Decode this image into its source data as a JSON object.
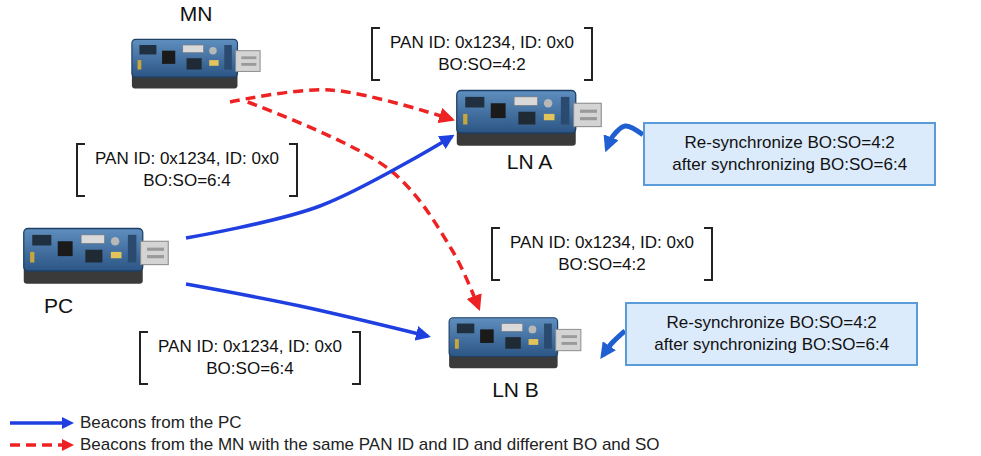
{
  "diagram": {
    "nodes": [
      {
        "text": [
          "MN"
        ]
      },
      {
        "text": [
          "LN A"
        ]
      },
      {
        "text": [
          "Re-synchronize BO:SO=4:2 after synchronizing BO:SO=6:4"
        ]
      },
      {
        "text": [
          "PC"
        ]
      },
      {
        "text": [
          "LN B"
        ]
      },
      {
        "text": [
          "Re-synchronize BO:SO=4:2 after synchronizing BO:SO=6:4"
        ]
      }
    ],
    "edges": [
      {
        "from": 0,
        "to": 1,
        "arrow": "to"
      },
      {
        "from": 0,
        "to": 4,
        "arrow": "to"
      },
      {
        "from": 3,
        "to": 1,
        "arrow": "to"
      },
      {
        "from": 3,
        "to": 4,
        "arrow": "to"
      },
      {
        "from": 2,
        "to": 1,
        "arrow": "to"
      },
      {
        "from": 5,
        "to": 4,
        "arrow": "to"
      }
    ],
    "labels": [
      "PAN ID: 0x1234, ID: 0x0 BO:SO=4:2",
      "PAN ID: 0x1234, ID: 0x0 BO:SO=6:4",
      "PAN ID: 0x1234, ID: 0x0 BO:SO=4:2",
      "PAN ID: 0x1234, ID: 0x0 BO:SO=6:4"
    ],
    "legend": [
      {
        "text": "Beacons from the PC"
      },
      {
        "text": "Beacons from the MN with the same PAN ID and ID and different BO and SO"
      }
    ]
  }
}
